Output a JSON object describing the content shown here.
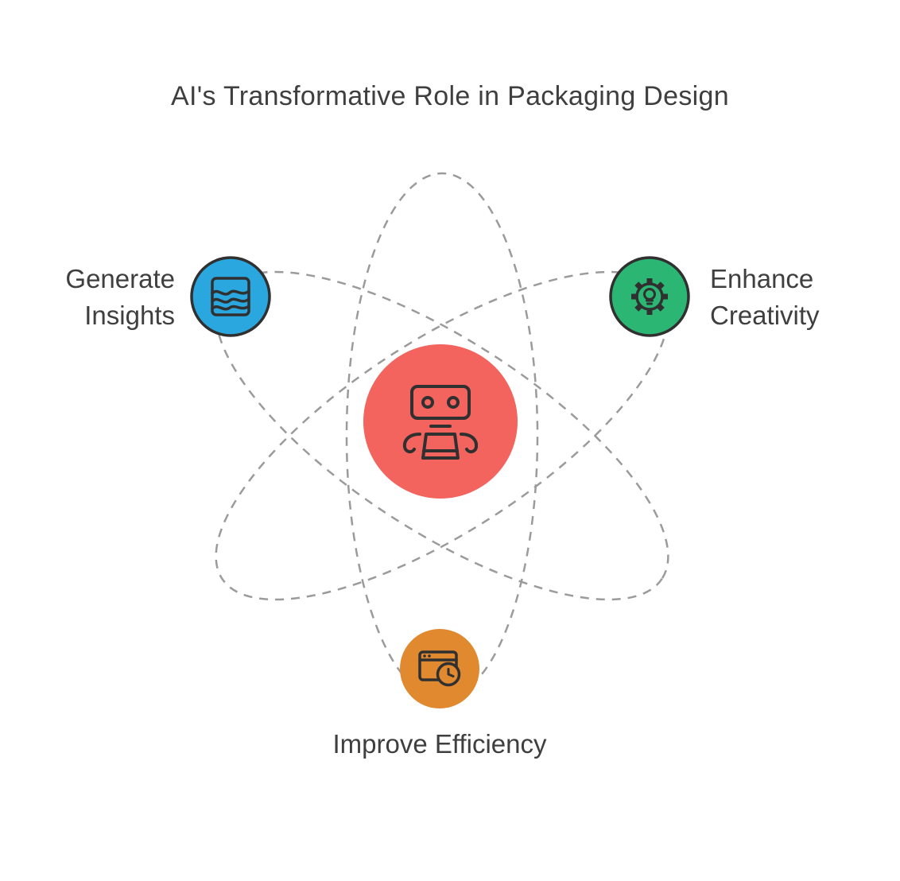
{
  "title": "AI's Transformative Role in Packaging Design",
  "center": {
    "icon": "robot-icon",
    "color": "#f2645d",
    "border": "#e9554e"
  },
  "nodes": [
    {
      "id": "generate-insights",
      "label": "Generate Insights",
      "icon": "area-chart-icon",
      "color": "#2aa7df"
    },
    {
      "id": "enhance-creativity",
      "label": "Enhance Creativity",
      "icon": "gear-lightbulb-icon",
      "color": "#2cb674"
    },
    {
      "id": "improve-efficiency",
      "label": "Improve Efficiency",
      "icon": "browser-clock-icon",
      "color": "#e1892f"
    }
  ],
  "colors": {
    "orbit": "#9b9b9b",
    "icon_stroke": "#303030",
    "text": "#3f3f3f",
    "background": "#ffffff"
  }
}
